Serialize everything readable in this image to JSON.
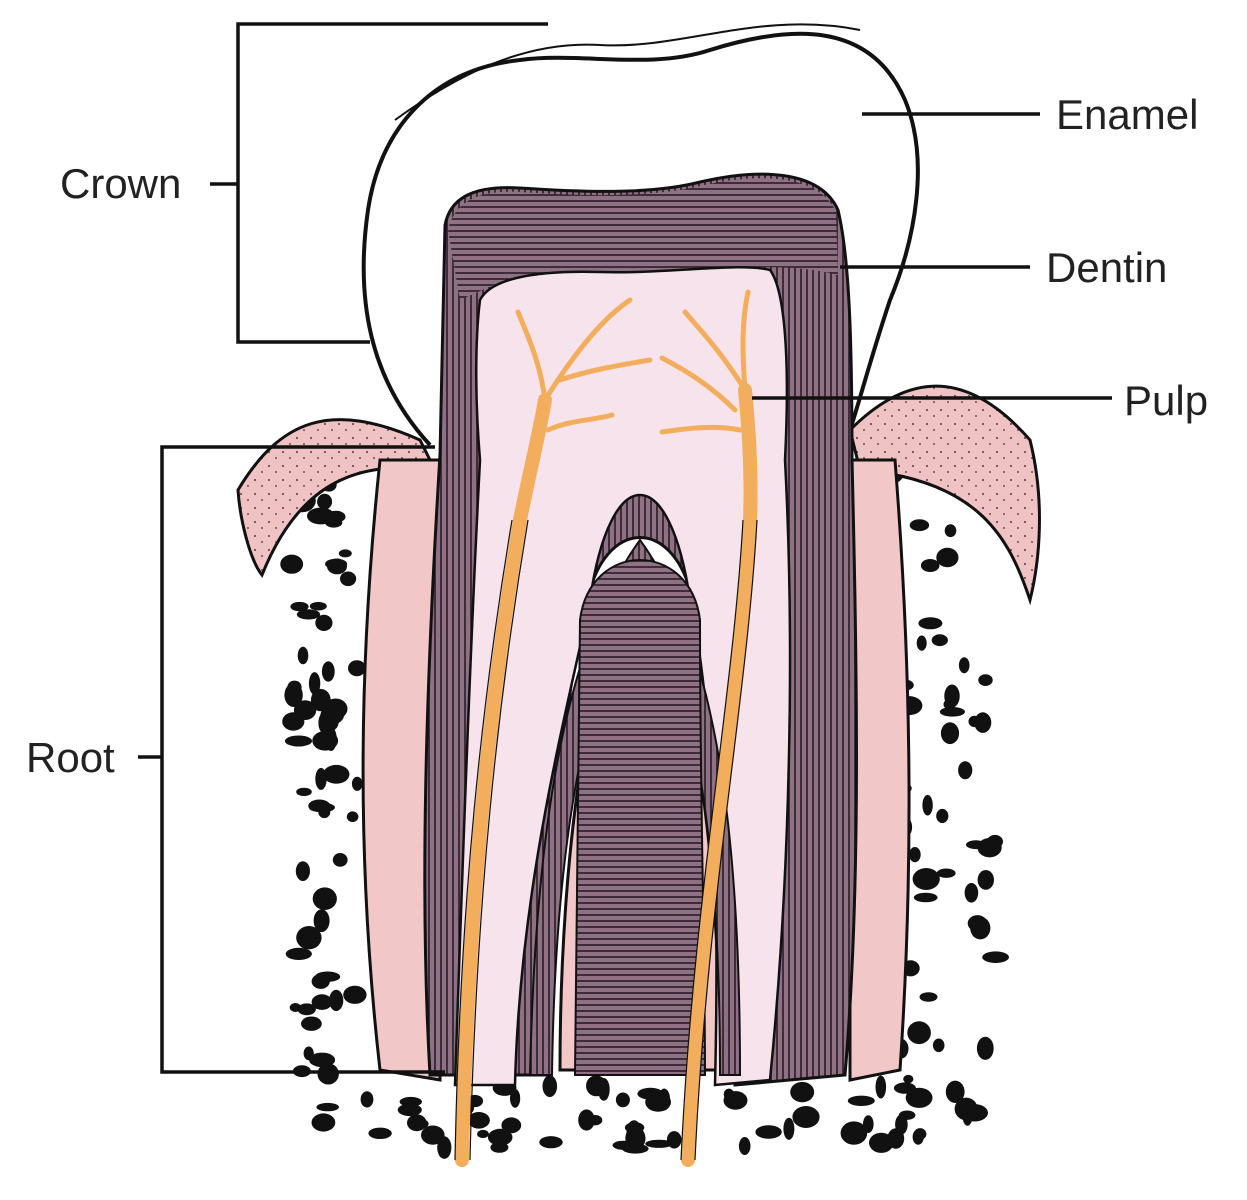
{
  "labels": {
    "crown": "Crown",
    "root": "Root",
    "enamel": "Enamel",
    "dentin": "Dentin",
    "pulp": "Pulp"
  },
  "colors": {
    "dentin": "#8e7283",
    "dentin_hatch": "#2a1a24",
    "pulp": "#f6e3ec",
    "gum": "#efc3c3",
    "ligament": "#f1c7c7",
    "nerve": "#f2ae5c",
    "bone_spot": "#111111",
    "outline": "#111111"
  }
}
